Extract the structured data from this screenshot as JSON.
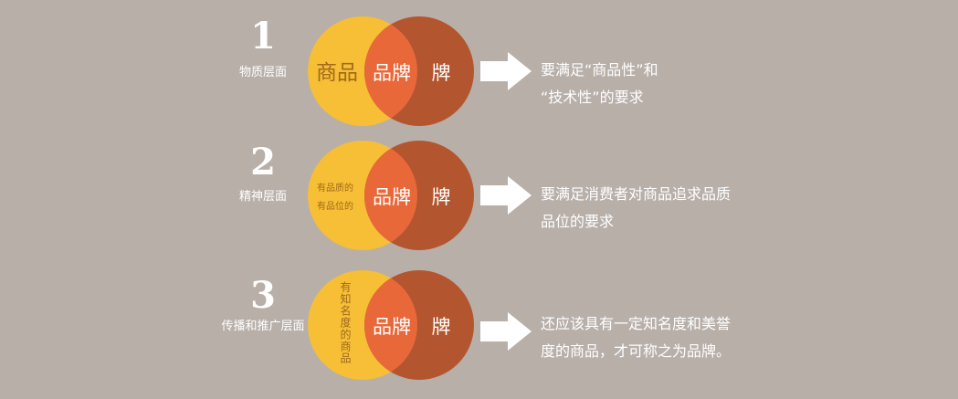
{
  "colors": {
    "background": "#b8afa9",
    "circle_left": "#f6bf35",
    "circle_right": "#b3562f",
    "overlap": "#e8683a",
    "left_text": "#a0681c",
    "white": "#ffffff"
  },
  "rows": [
    {
      "number": "1",
      "level": "物质层面",
      "left_label": "商品",
      "overlap_label": "品牌",
      "right_label": "牌",
      "desc_line1": "要满足“商品性”和",
      "desc_line2": "“技术性”的要求"
    },
    {
      "number": "2",
      "level": "精神层面",
      "left_label_line1": "有品质的",
      "left_label_line2": "有品位的",
      "overlap_label": "品牌",
      "right_label": "牌",
      "desc_line1": "要满足消费者对商品追求品质",
      "desc_line2": "品位的要求"
    },
    {
      "number": "3",
      "level": "传播和推广层面",
      "left_label_vertical": "有知名度的商品",
      "overlap_label": "品牌",
      "right_label": "牌",
      "desc_line1": "还应该具有一定知名度和美誉",
      "desc_line2": "度的商品，才可称之为品牌。"
    }
  ]
}
